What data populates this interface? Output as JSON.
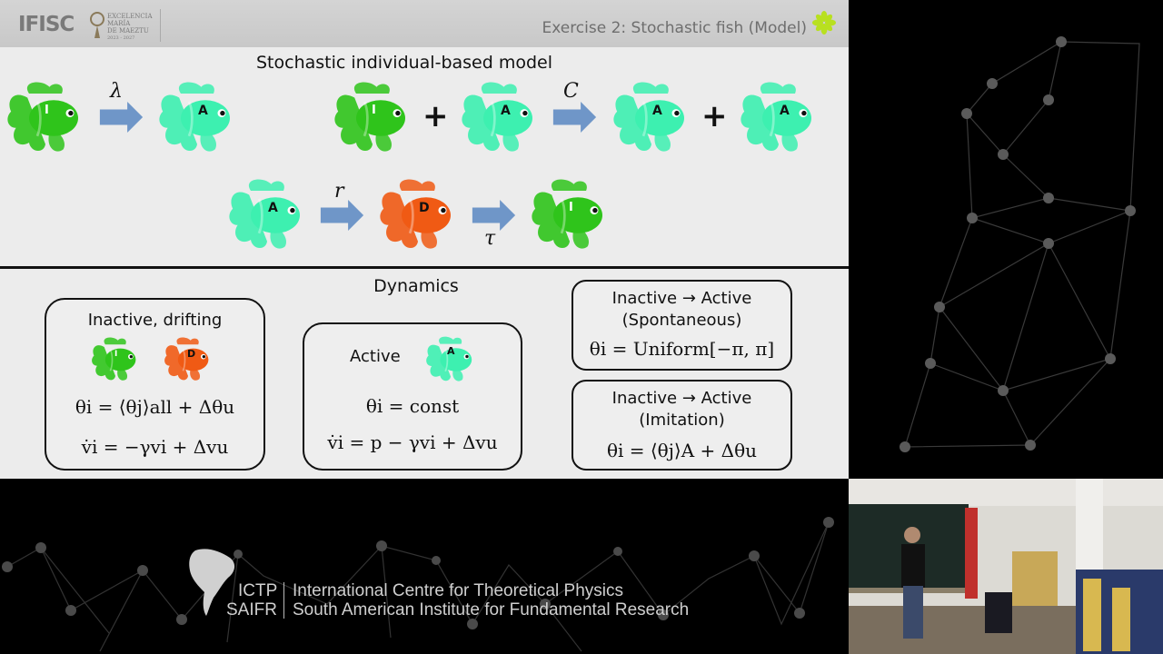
{
  "header": {
    "title": "Exercise 2: Stochastic fish (Model)",
    "logo_ifisc": "IFISC",
    "logo_maeztu": [
      "EXCELENCIA",
      "MARÍA",
      "DE MAEZTU",
      "2023 - 2027"
    ]
  },
  "model": {
    "title": "Stochastic individual-based model",
    "rate_lambda": "λ",
    "rate_c": "C",
    "rate_r": "r",
    "rate_tau": "τ",
    "plus": "+",
    "label_inactive": "I",
    "label_active": "A",
    "label_dead": "D"
  },
  "dynamics": {
    "title": "Dynamics",
    "box_inactive": {
      "label": "Inactive, drifting",
      "eq1": "θi = ⟨θj⟩all + Δθu",
      "eq2": "v̇i = −γvi + Δvu"
    },
    "box_active": {
      "label": "Active",
      "eq1": "θi = const",
      "eq2": "v̇i = p − γvi + Δvu"
    },
    "box_spont": {
      "label1": "Inactive → Active",
      "label2": "(Spontaneous)",
      "eq": "θi = Uniform[−π, π]"
    },
    "box_imit": {
      "label1": "Inactive → Active",
      "label2": "(Imitation)",
      "eq": "θi = ⟨θj⟩A + Δθu"
    }
  },
  "footer": {
    "short1": "ICTP",
    "short2": "SAIFR",
    "name1": "International Centre for Theoretical Physics",
    "name2": "South American Institute for Fundamental Research"
  },
  "colors": {
    "inactive_fish": "#2fc41b",
    "active_fish": "#3df0b0",
    "dead_fish": "#f05a14",
    "arrow": "#6f96c8"
  }
}
